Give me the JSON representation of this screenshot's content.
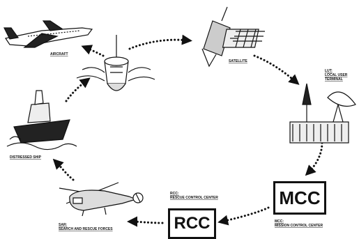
{
  "nodes": {
    "aircraft": {
      "label": "AIRCRAFT"
    },
    "satellite": {
      "label": "SATELLITE"
    },
    "lut": {
      "code": "LUT:",
      "line1": "LOCAL USER",
      "line2": "TERMINAL"
    },
    "mcc": {
      "box_text": "MCC",
      "code": "MCC:",
      "line1": "MISSION CONTROL CENTER"
    },
    "rcc": {
      "box_text": "RCC",
      "code": "RCC:",
      "line1": "RESCUE CONTROL CENTER"
    },
    "sar": {
      "code": "SAR:",
      "line1": "SEARCH AND RESCUE FORCES"
    },
    "ship": {
      "label": "DISTRESSED SHIP"
    }
  }
}
